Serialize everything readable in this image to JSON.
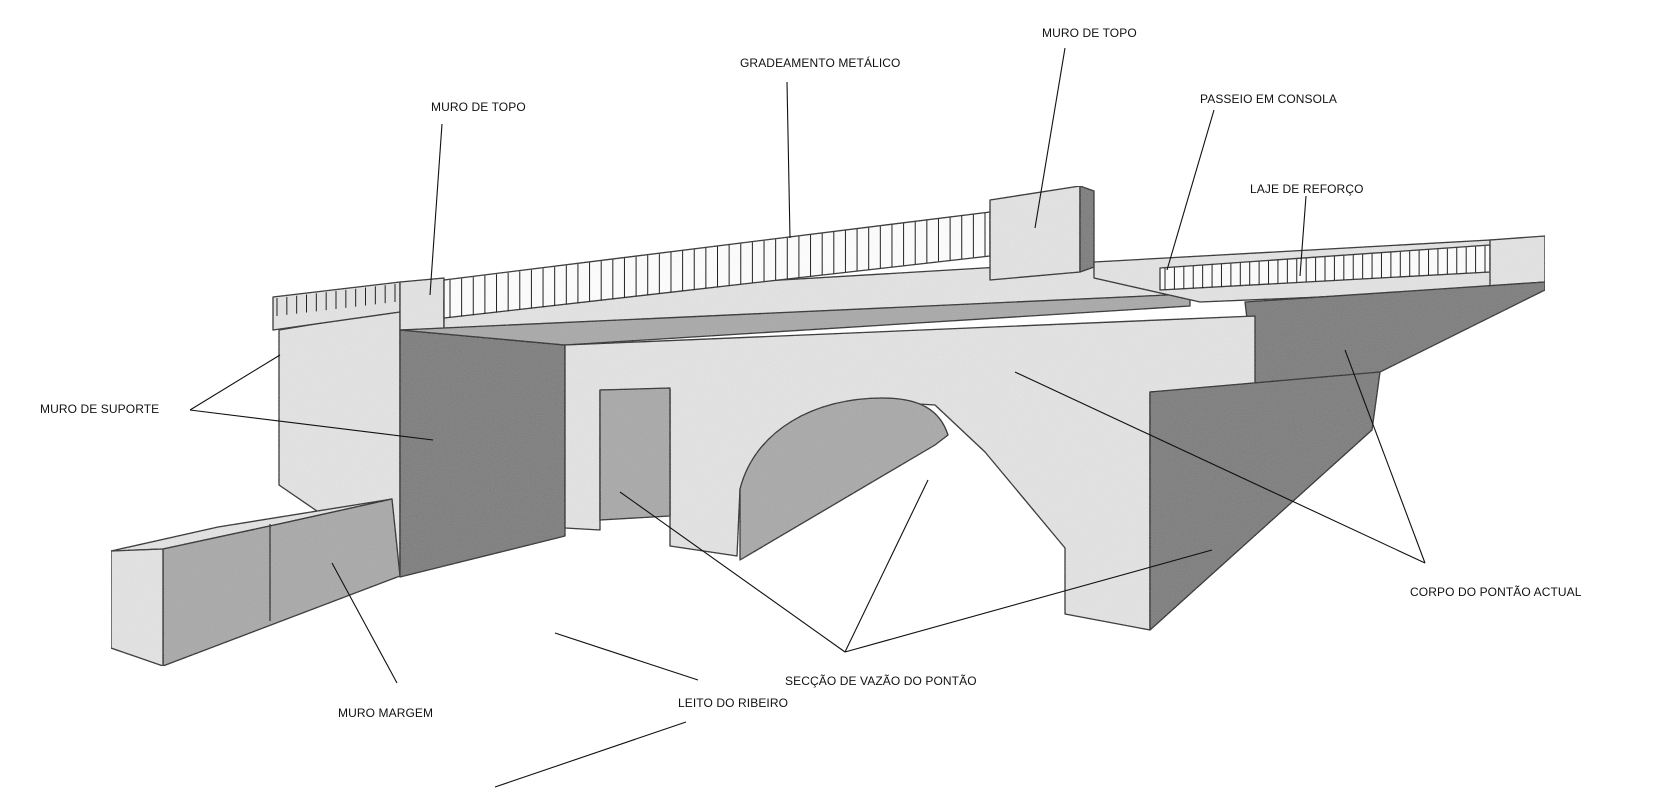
{
  "diagram": {
    "labels": {
      "gradeamento": "GRADEAMENTO METÁLICO",
      "muro_topo_left": "MURO DE TOPO",
      "muro_topo_right": "MURO DE TOPO",
      "passeio": "PASSEIO EM CONSOLA",
      "laje": "LAJE DE REFORÇO",
      "muro_suporte": "MURO DE SUPORTE",
      "corpo": "CORPO DO PONTÃO ACTUAL",
      "seccao": "SECÇÃO DE VAZÃO DO PONTÃO",
      "leito": "LEITO DO RIBEIRO",
      "muro_margem": "MURO MARGEM"
    },
    "colors": {
      "light_face": "#e4e4e4",
      "mid_face": "#a9a9a9",
      "dark_face": "#7c7c7c",
      "outline": "#1a1a1a"
    }
  }
}
